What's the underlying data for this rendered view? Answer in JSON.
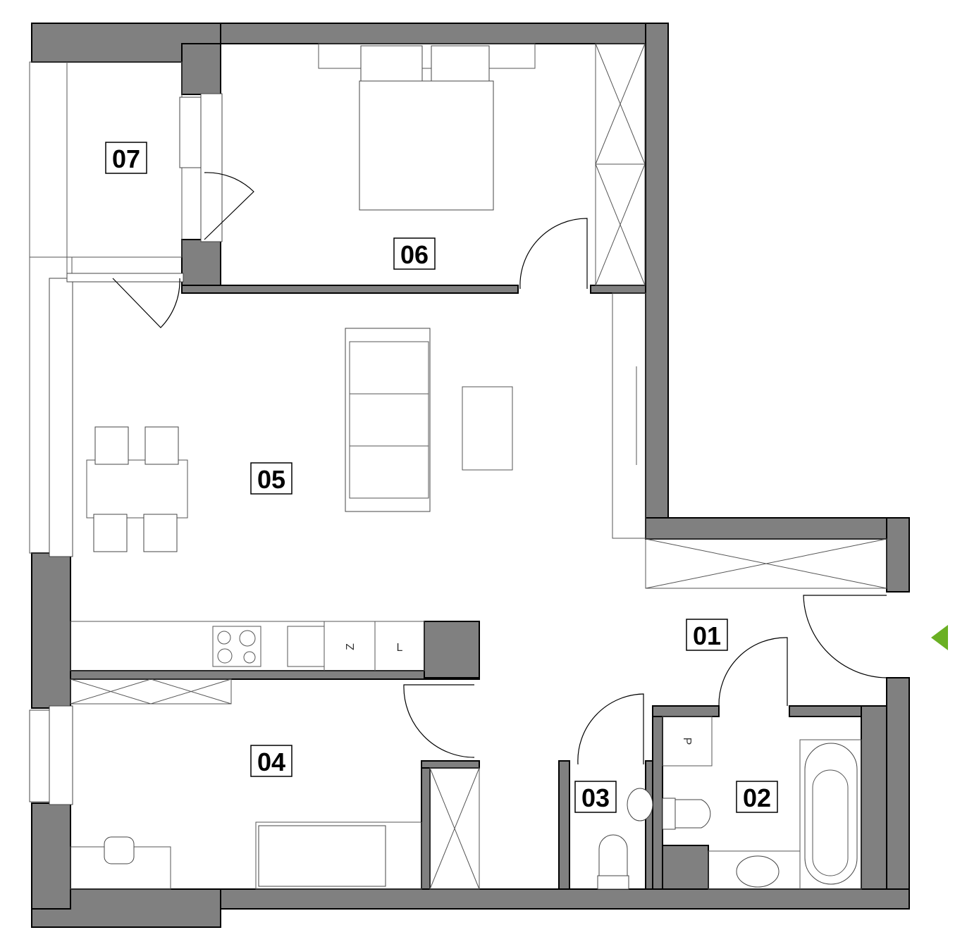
{
  "rooms": [
    {
      "id": "01",
      "label": "01"
    },
    {
      "id": "02",
      "label": "02"
    },
    {
      "id": "03",
      "label": "03"
    },
    {
      "id": "04",
      "label": "04"
    },
    {
      "id": "05",
      "label": "05"
    },
    {
      "id": "06",
      "label": "06"
    },
    {
      "id": "07",
      "label": "07"
    }
  ],
  "fixtures": {
    "fridge_label": "Z",
    "dishwasher_label": "L",
    "washer_label": "P"
  },
  "colors": {
    "wall": "#808080",
    "entrance_marker": "#6ab023"
  },
  "icons": {
    "entrance": "triangle-left-icon"
  }
}
